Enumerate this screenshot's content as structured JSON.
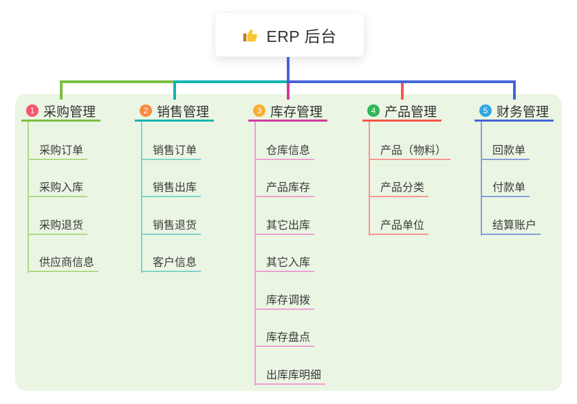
{
  "root": {
    "title": "ERP 后台",
    "icon": "thumbs-up"
  },
  "panel_color": "#eaf6e3",
  "connector_color": "#4564d5",
  "branches": [
    {
      "badge": "1",
      "title": "采购管理",
      "color": "#7cbe3f",
      "light_color": "#b0d889",
      "badge_color": "#f7566e",
      "children": [
        "采购订单",
        "采购入库",
        "采购退货",
        "供应商信息"
      ]
    },
    {
      "badge": "2",
      "title": "销售管理",
      "color": "#14b5ad",
      "light_color": "#7fd3cb",
      "badge_color": "#f98a3d",
      "children": [
        "销售订单",
        "销售出库",
        "销售退货",
        "客户信息"
      ]
    },
    {
      "badge": "3",
      "title": "库存管理",
      "color": "#d43a9e",
      "light_color": "#ee9ed3",
      "badge_color": "#fbac32",
      "children": [
        "仓库信息",
        "产品库存",
        "其它出库",
        "其它入库",
        "库存调拨",
        "库存盘点",
        "出库库明细"
      ]
    },
    {
      "badge": "4",
      "title": "产品管理",
      "color": "#f8544e",
      "light_color": "#f9968f",
      "badge_color": "#2fb457",
      "children": [
        "产品（物料）",
        "产品分类",
        "产品单位"
      ]
    },
    {
      "badge": "5",
      "title": "财务管理",
      "color": "#4564d5",
      "light_color": "#8a9cdd",
      "badge_color": "#2fa7e3",
      "children": [
        "回款单",
        "付款单",
        "结算账户"
      ]
    }
  ]
}
